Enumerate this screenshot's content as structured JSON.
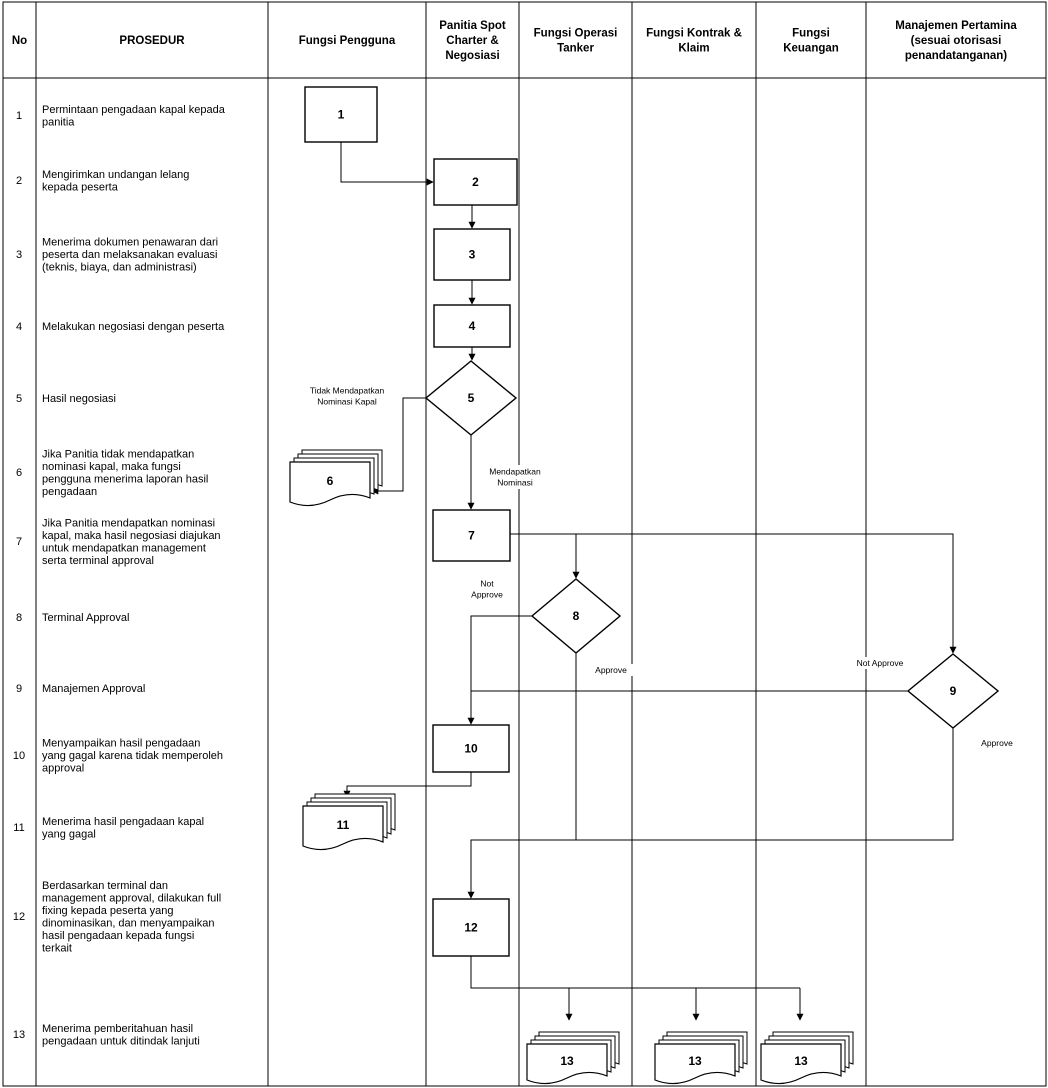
{
  "columns": [
    {
      "id": "no",
      "label": [
        "No"
      ]
    },
    {
      "id": "prosedur",
      "label": [
        "PROSEDUR"
      ]
    },
    {
      "id": "pengguna",
      "label": [
        "Fungsi Pengguna"
      ]
    },
    {
      "id": "panitia",
      "label": [
        "Panitia Spot",
        "Charter &",
        "Negosiasi"
      ]
    },
    {
      "id": "operasi",
      "label": [
        "Fungsi Operasi",
        "Tanker"
      ]
    },
    {
      "id": "kontrak",
      "label": [
        "Fungsi Kontrak &",
        "Klaim"
      ]
    },
    {
      "id": "keuangan",
      "label": [
        "Fungsi",
        "Keuangan"
      ]
    },
    {
      "id": "manajemen",
      "label": [
        "Manajemen Pertamina",
        "(sesuai otorisasi",
        "penandatanganan)"
      ]
    }
  ],
  "rows": [
    {
      "no": "1",
      "text": [
        "Permintaan pengadaan kapal kepada",
        "panitia"
      ]
    },
    {
      "no": "2",
      "text": [
        "Mengirimkan undangan lelang",
        "kepada peserta"
      ]
    },
    {
      "no": "3",
      "text": [
        "Menerima dokumen penawaran dari",
        "peserta dan melaksanakan evaluasi",
        "(teknis, biaya, dan administrasi)"
      ]
    },
    {
      "no": "4",
      "text": [
        "Melakukan negosiasi dengan peserta"
      ]
    },
    {
      "no": "5",
      "text": [
        "Hasil negosiasi"
      ]
    },
    {
      "no": "6",
      "text": [
        "Jika Panitia tidak mendapatkan",
        "nominasi kapal, maka fungsi",
        "pengguna menerima laporan hasil",
        "pengadaan"
      ]
    },
    {
      "no": "7",
      "text": [
        "Jika Panitia mendapatkan nominasi",
        "kapal, maka hasil negosiasi diajukan",
        "untuk mendapatkan management",
        "serta terminal approval"
      ]
    },
    {
      "no": "8",
      "text": [
        "Terminal Approval"
      ]
    },
    {
      "no": "9",
      "text": [
        "Manajemen Approval"
      ]
    },
    {
      "no": "10",
      "text": [
        "Menyampaikan hasil pengadaan",
        "yang gagal karena tidak memperoleh",
        "approval"
      ]
    },
    {
      "no": "11",
      "text": [
        "Menerima hasil pengadaan kapal",
        "yang gagal"
      ]
    },
    {
      "no": "12",
      "text": [
        "Berdasarkan terminal dan",
        "management approval, dilakukan full",
        "fixing kepada peserta yang",
        "dinominasikan, dan menyampaikan",
        "hasil pengadaan kepada fungsi",
        "terkait"
      ]
    },
    {
      "no": "13",
      "text": [
        "Menerima pemberitahuan hasil",
        "pengadaan untuk ditindak lanjuti"
      ]
    }
  ],
  "nodes": [
    {
      "id": "n1",
      "label": "1",
      "shape": "process",
      "lane": "pengguna"
    },
    {
      "id": "n2",
      "label": "2",
      "shape": "process",
      "lane": "panitia"
    },
    {
      "id": "n3",
      "label": "3",
      "shape": "process",
      "lane": "panitia"
    },
    {
      "id": "n4",
      "label": "4",
      "shape": "process",
      "lane": "panitia"
    },
    {
      "id": "n5",
      "label": "5",
      "shape": "decision",
      "lane": "panitia"
    },
    {
      "id": "n6",
      "label": "6",
      "shape": "multi-document",
      "lane": "pengguna"
    },
    {
      "id": "n7",
      "label": "7",
      "shape": "process",
      "lane": "panitia"
    },
    {
      "id": "n8",
      "label": "8",
      "shape": "decision",
      "lane": "operasi"
    },
    {
      "id": "n9",
      "label": "9",
      "shape": "decision",
      "lane": "manajemen"
    },
    {
      "id": "n10",
      "label": "10",
      "shape": "process",
      "lane": "panitia"
    },
    {
      "id": "n11",
      "label": "11",
      "shape": "multi-document",
      "lane": "pengguna"
    },
    {
      "id": "n12",
      "label": "12",
      "shape": "process",
      "lane": "panitia"
    },
    {
      "id": "n13a",
      "label": "13",
      "shape": "multi-document",
      "lane": "operasi"
    },
    {
      "id": "n13b",
      "label": "13",
      "shape": "multi-document",
      "lane": "kontrak"
    },
    {
      "id": "n13c",
      "label": "13",
      "shape": "multi-document",
      "lane": "keuangan"
    }
  ],
  "edges": [
    {
      "from": "n1",
      "to": "n2"
    },
    {
      "from": "n2",
      "to": "n3"
    },
    {
      "from": "n3",
      "to": "n4"
    },
    {
      "from": "n4",
      "to": "n5"
    },
    {
      "from": "n5",
      "to": "n6",
      "label": [
        "Tidak Mendapatkan",
        "Nominasi Kapal"
      ]
    },
    {
      "from": "n5",
      "to": "n7",
      "label": [
        "Mendapatkan",
        "Nominasi"
      ]
    },
    {
      "from": "n7",
      "to": "n8"
    },
    {
      "from": "n7",
      "to": "n9"
    },
    {
      "from": "n8",
      "to": "n10",
      "label": [
        "Not",
        "Approve"
      ]
    },
    {
      "from": "n9",
      "to": "n10",
      "label": [
        "Not Approve"
      ]
    },
    {
      "from": "n8",
      "to": "n12",
      "label": [
        "Approve"
      ]
    },
    {
      "from": "n9",
      "to": "n12",
      "label": [
        "Approve"
      ]
    },
    {
      "from": "n10",
      "to": "n11"
    },
    {
      "from": "n12",
      "to": "n13a"
    },
    {
      "from": "n12",
      "to": "n13b"
    },
    {
      "from": "n12",
      "to": "n13c"
    }
  ]
}
